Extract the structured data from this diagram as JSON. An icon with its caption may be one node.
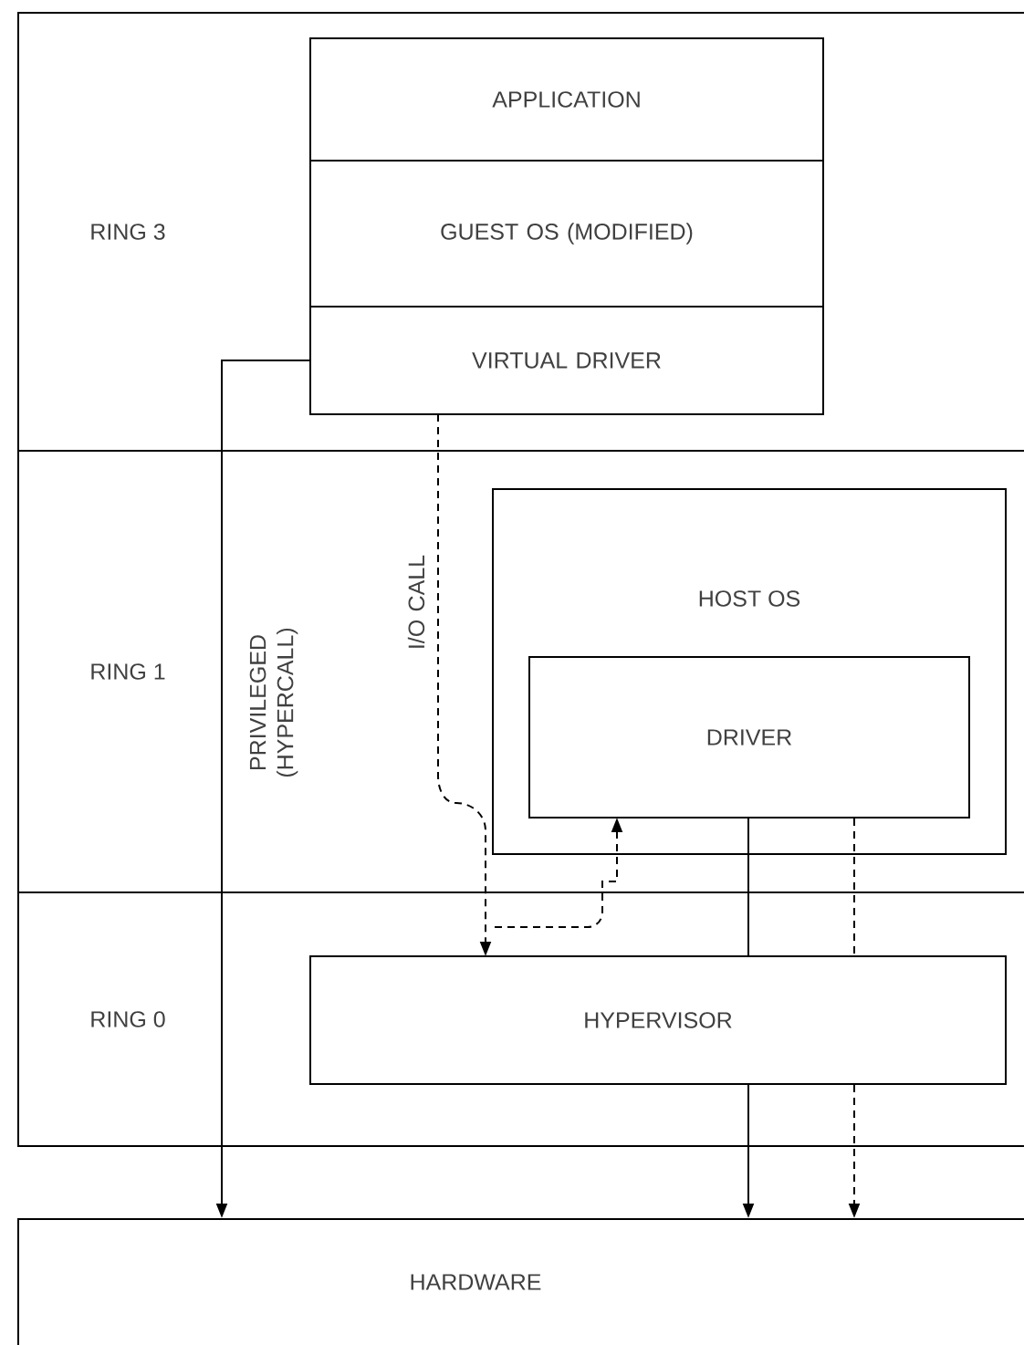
{
  "diagram": {
    "nodes": [
      {
        "text": [
          "RING 3"
        ]
      },
      {
        "text": [
          "APPLICATION"
        ],
        "in": 0
      },
      {
        "text": [
          "GUEST OS (MODIFIED)"
        ],
        "in": 0
      },
      {
        "text": [
          "VIRTUAL DRIVER"
        ],
        "in": 0
      },
      {
        "text": [
          "RING 1"
        ]
      },
      {
        "text": [
          "HOST OS"
        ],
        "in": 4
      },
      {
        "text": [
          "DRIVER"
        ],
        "in": 5
      },
      {
        "text": [
          "RING 0"
        ]
      },
      {
        "text": [
          "HYPERVISOR"
        ],
        "in": 7
      },
      {
        "text": [
          "HARDWARE"
        ]
      }
    ],
    "edges": [
      {
        "from": 3,
        "to": 9,
        "arrow": "to",
        "label": "PRIVILEGED (HYPERCALL)"
      },
      {
        "from": 3,
        "to": 8,
        "arrow": "to",
        "label": "I/O CALL",
        "style": "dashed"
      },
      {
        "from": 8,
        "to": 6,
        "arrow": "to",
        "style": "dashed"
      },
      {
        "from": 6,
        "to": 8,
        "arrow": "none"
      },
      {
        "from": 8,
        "to": 9,
        "arrow": "to"
      },
      {
        "from": 6,
        "to": 8,
        "arrow": "none",
        "style": "dashed"
      },
      {
        "from": 8,
        "to": 9,
        "arrow": "to",
        "style": "dashed"
      }
    ]
  }
}
